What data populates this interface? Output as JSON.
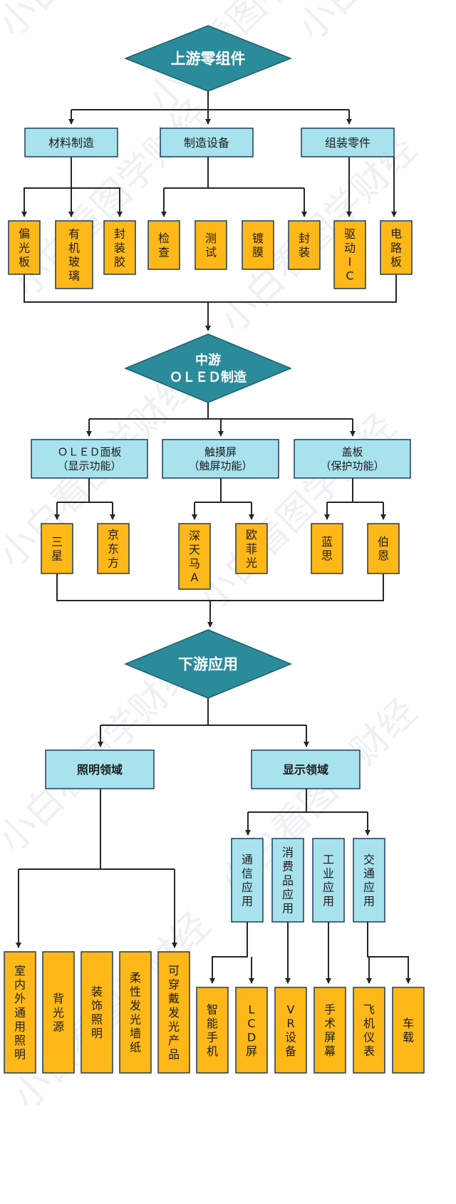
{
  "colors": {
    "diamond_fill": "#2a8b9b",
    "diamond_text": "#ffffff",
    "blue_fill": "#a8e2ec",
    "blue_stroke": "#1e3a5f",
    "orange_fill": "#ffb817",
    "orange_stroke": "#1e3a5f",
    "connector": "#262626",
    "text": "#1c1c1c",
    "watermark": "#eef0f3"
  },
  "watermark": {
    "text": "小白看图学财经"
  },
  "upstream": {
    "title": "上游零组件",
    "categories": [
      {
        "label": "材料制造",
        "items": [
          "偏光板",
          "有机玻璃",
          "封装胶"
        ]
      },
      {
        "label": "制造设备",
        "items": [
          "检查",
          "测试",
          "镀膜",
          "封装"
        ]
      },
      {
        "label": "组装零件",
        "items": [
          "驱动IC",
          "电路板"
        ]
      }
    ]
  },
  "midstream": {
    "title_line1": "中游",
    "title_line2": "ＯＬＥＤ制造",
    "categories": [
      {
        "label_line1": "ＯＬＥＤ面板",
        "label_line2": "（显示功能）",
        "items": [
          "三星",
          "京东方"
        ]
      },
      {
        "label_line1": "触摸屏",
        "label_line2": "（触屏功能）",
        "items": [
          "深天马A",
          "欧菲光"
        ]
      },
      {
        "label_line1": "盖板",
        "label_line2": "（保护功能）",
        "items": [
          "蓝思",
          "伯恩"
        ]
      }
    ]
  },
  "downstream": {
    "title": "下游应用",
    "lighting": {
      "label": "照明领域",
      "items": [
        "室内外通用照明",
        "背光源",
        "装饰照明",
        "柔性发光墙纸",
        "可穿戴发光产品"
      ]
    },
    "display": {
      "label": "显示领域",
      "categories": [
        "通信应用",
        "消费品应用",
        "工业应用",
        "交通应用"
      ],
      "items": [
        "智能手机",
        "LCD屏",
        "VR设备",
        "手术屏幕",
        "飞机仪表",
        "车载"
      ]
    }
  }
}
